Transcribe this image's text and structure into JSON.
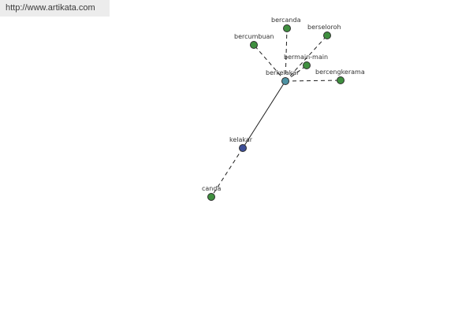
{
  "banner": {
    "url": "http://www.artikata.com"
  },
  "colors": {
    "background": "#ffffff",
    "edge": "#1e1e1e",
    "synonym_node": "#3f8f3f",
    "hub_node": "#4d92a3",
    "root_node": "#3e4f98"
  },
  "graph": {
    "nodes": [
      {
        "id": "berkelakar",
        "label": "berkelakar",
        "kind": "hub"
      },
      {
        "id": "kelakar",
        "label": "kelakar",
        "kind": "root"
      },
      {
        "id": "canda",
        "label": "canda",
        "kind": "synonym"
      },
      {
        "id": "bercanda",
        "label": "bercanda",
        "kind": "synonym"
      },
      {
        "id": "berseloroh",
        "label": "berseloroh",
        "kind": "synonym"
      },
      {
        "id": "bercumbuan",
        "label": "bercumbuan",
        "kind": "synonym"
      },
      {
        "id": "bermain-main",
        "label": "bermain-main",
        "kind": "synonym"
      },
      {
        "id": "bercengkerama",
        "label": "bercengkerama",
        "kind": "synonym"
      }
    ],
    "edges": [
      {
        "from": "kelakar",
        "to": "berkelakar",
        "style": "solid"
      },
      {
        "from": "kelakar",
        "to": "canda",
        "style": "dashed"
      },
      {
        "from": "berkelakar",
        "to": "bercanda",
        "style": "dashed"
      },
      {
        "from": "berkelakar",
        "to": "berseloroh",
        "style": "dashed"
      },
      {
        "from": "berkelakar",
        "to": "bercumbuan",
        "style": "dashed"
      },
      {
        "from": "berkelakar",
        "to": "bermain-main",
        "style": "dashed"
      },
      {
        "from": "berkelakar",
        "to": "bercengkerama",
        "style": "dashed"
      }
    ]
  }
}
